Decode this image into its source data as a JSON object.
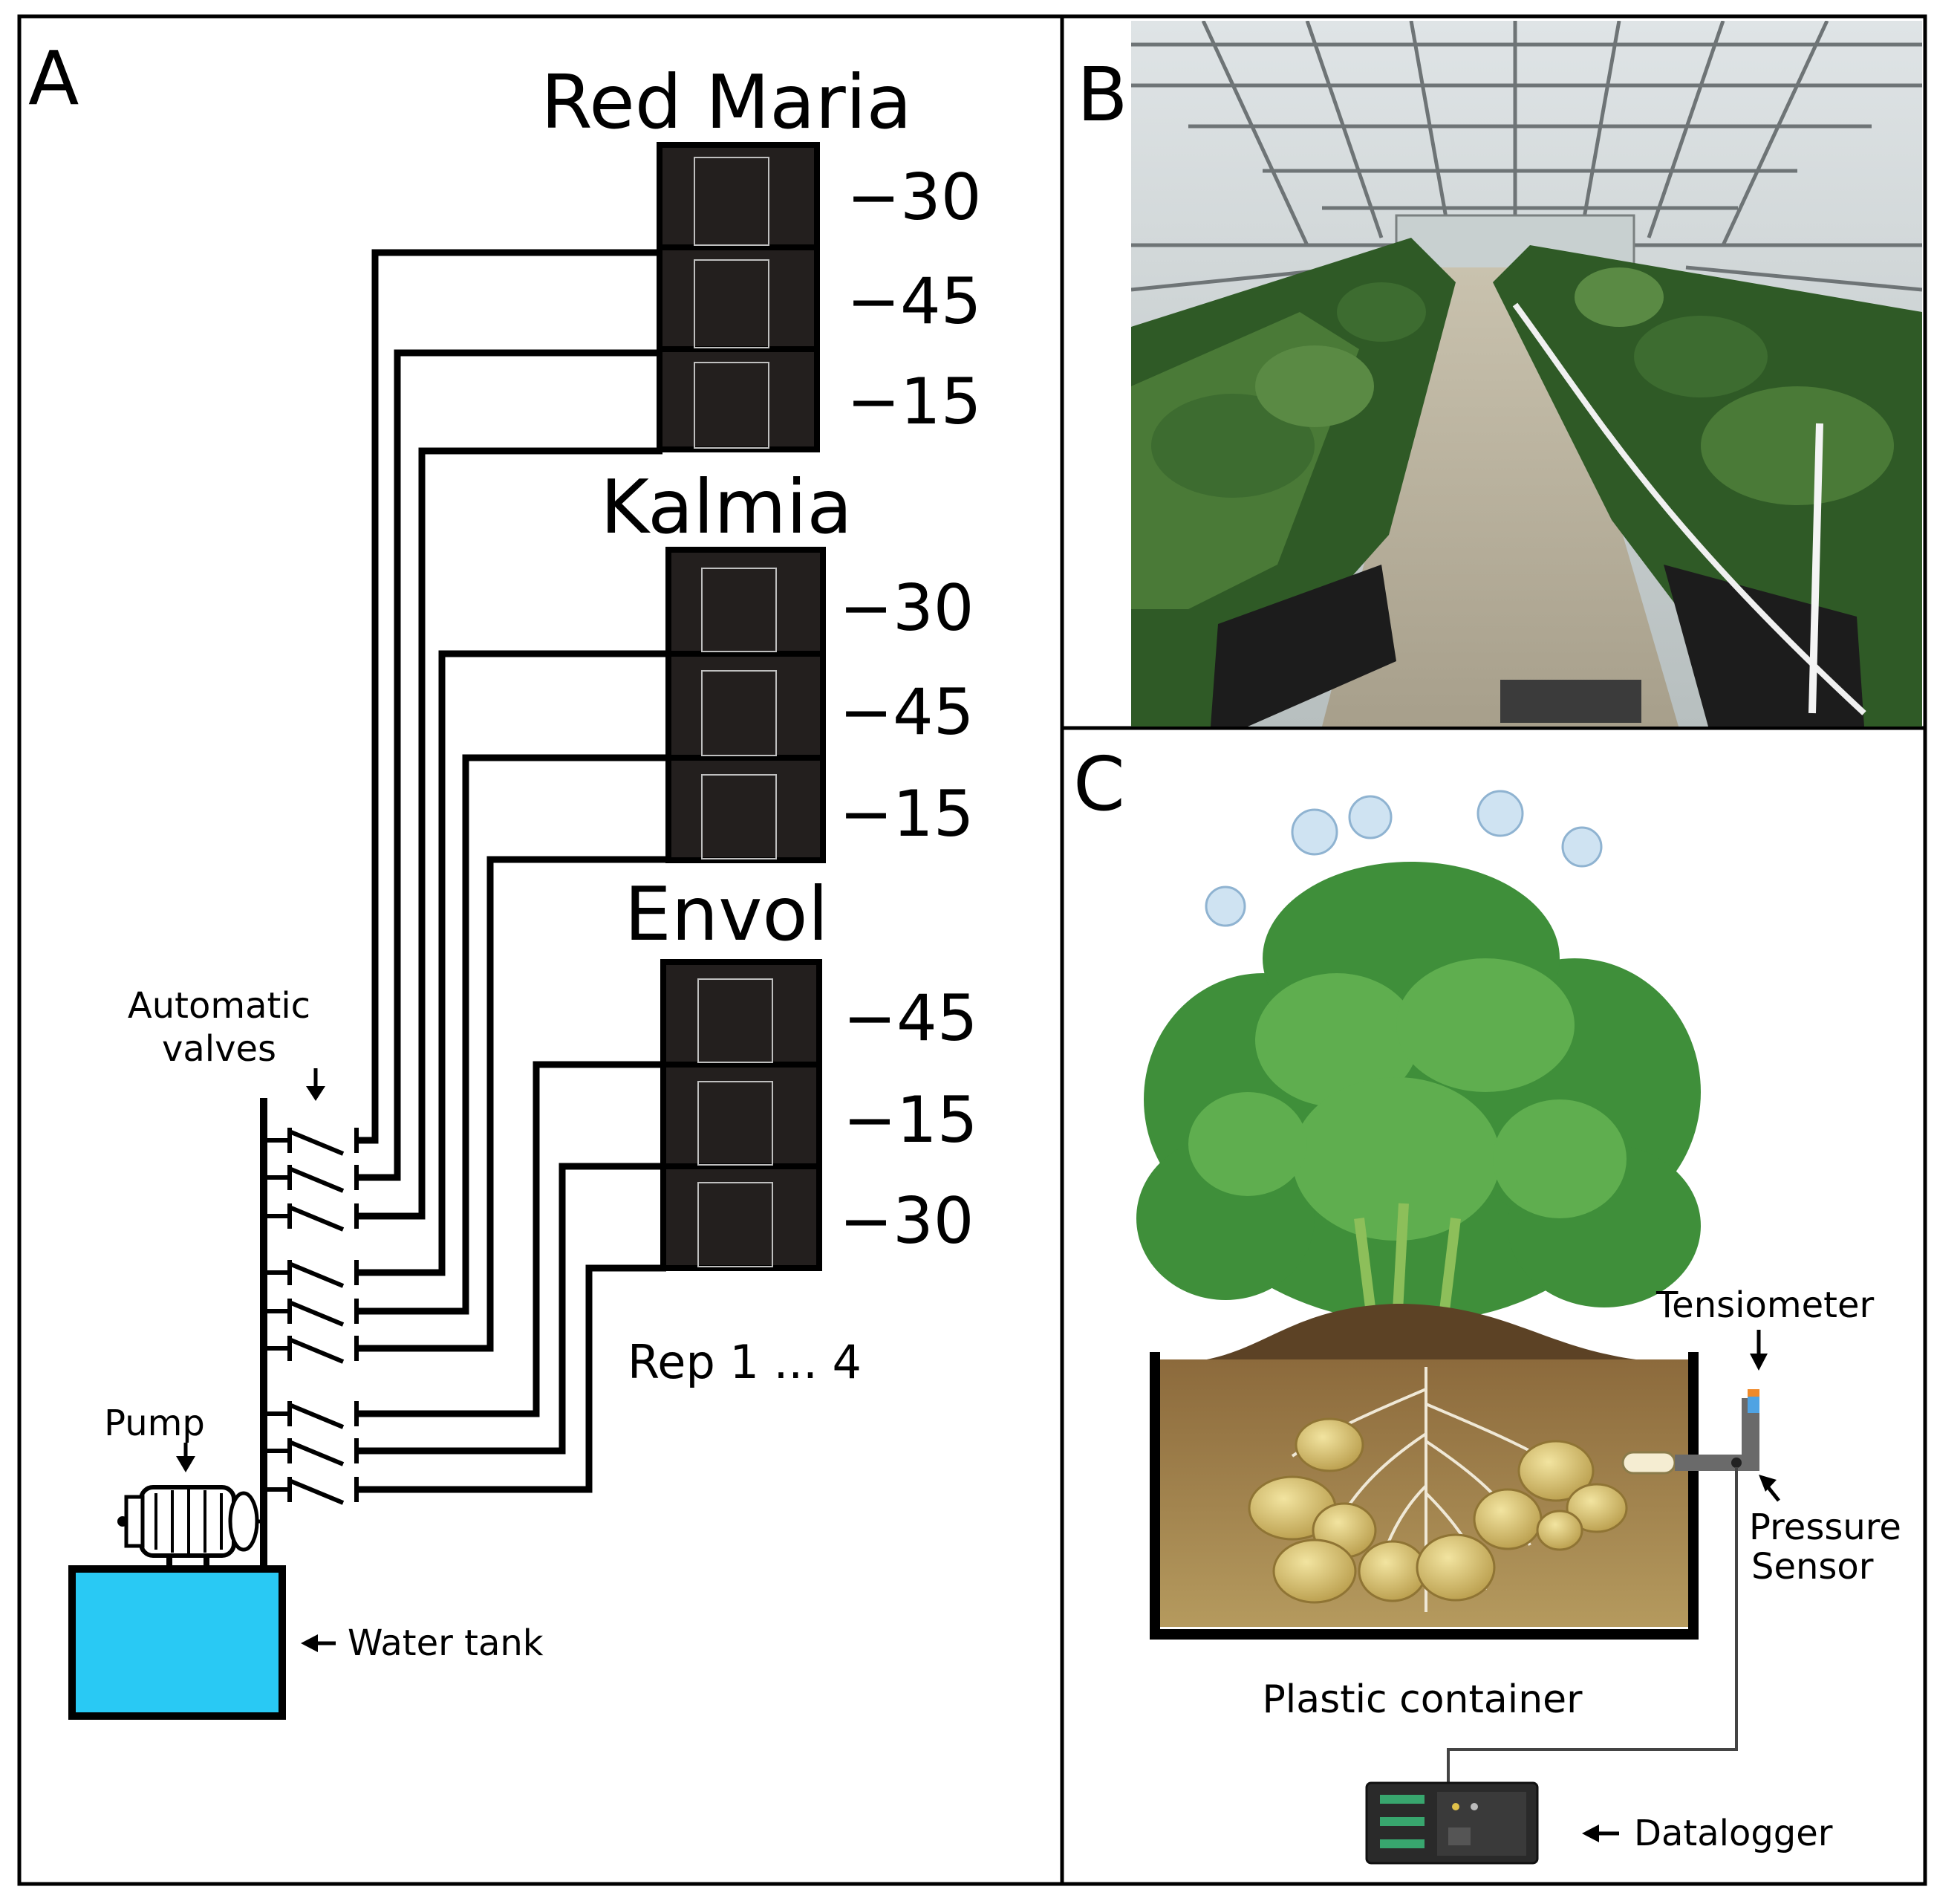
{
  "panels": {
    "a": {
      "letter": "A"
    },
    "b": {
      "letter": "B"
    },
    "c": {
      "letter": "C"
    }
  },
  "panel_a": {
    "groups": [
      {
        "name": "Red Maria",
        "tensions": [
          "−30",
          "−45",
          "−15"
        ]
      },
      {
        "name": "Kalmia",
        "tensions": [
          "−30",
          "−45",
          "−15"
        ]
      },
      {
        "name": "Envol",
        "tensions": [
          "−45",
          "−15",
          "−30"
        ]
      }
    ],
    "labels": {
      "automatic_valves_line1": "Automatic",
      "automatic_valves_line2": "valves",
      "pump": "Pump",
      "water_tank": "Water tank",
      "rep": "Rep 1 ... 4"
    },
    "colors": {
      "box": "#231f1e",
      "water": "#29c9f4",
      "pipe": "#000000"
    }
  },
  "panel_c": {
    "labels": {
      "tensiometer": "Tensiometer",
      "pressure_line1": "Pressure",
      "pressure_line2": "Sensor",
      "container": "Plastic container",
      "datalogger": "Datalogger"
    },
    "colors": {
      "soil": "#a58a50",
      "foliage": "#3f8f3a",
      "tuber": "#d9c372"
    }
  }
}
